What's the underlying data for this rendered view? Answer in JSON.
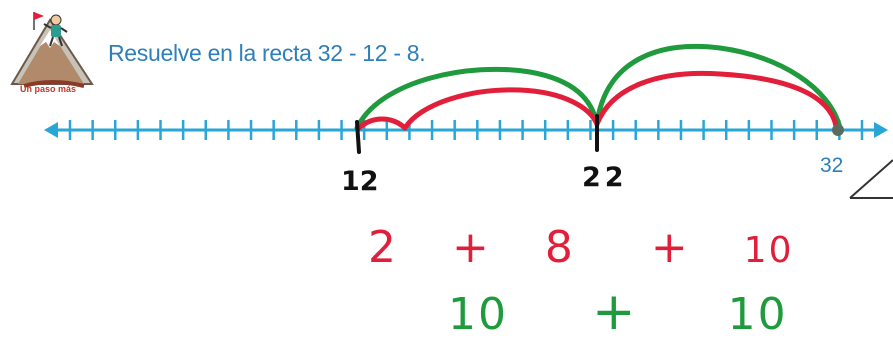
{
  "logo": {
    "caption": "Un paso más"
  },
  "instruction": "Resuelve en la recta 32 - 12 - 8.",
  "number_line": {
    "ticks": 36,
    "labels_handwritten": [
      "12",
      "22"
    ],
    "label_end": "32",
    "colors": {
      "line": "#2aa6d6",
      "green_arc": "#1f9a3d",
      "red_arc": "#e21f3a",
      "marks": "#111111"
    }
  },
  "equation_red": {
    "a": "2",
    "op1": "+",
    "b": "8",
    "op2": "+",
    "c": "10"
  },
  "equation_green": {
    "a": "10",
    "op1": "+",
    "b": "10"
  }
}
